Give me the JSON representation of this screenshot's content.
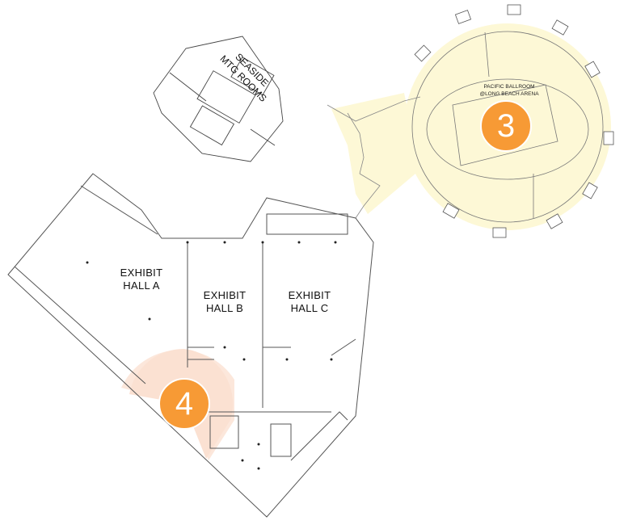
{
  "map": {
    "zones": [
      {
        "id": "3",
        "name": "PACIFIC BALLROOM",
        "subtitle": "@LONG BEACH ARENA",
        "highlight_color": "#fdf8d6"
      },
      {
        "id": "4",
        "highlight_color": "#fbe1d2"
      }
    ],
    "labels": {
      "seaside_line1": "SEASIDE",
      "seaside_line2": "MTG ROOMS",
      "hall_a_line1": "EXHIBIT",
      "hall_a_line2": "HALL A",
      "hall_b_line1": "EXHIBIT",
      "hall_b_line2": "HALL B",
      "hall_c_line1": "EXHIBIT",
      "hall_c_line2": "HALL C"
    },
    "marker_color": "#f79a35"
  }
}
